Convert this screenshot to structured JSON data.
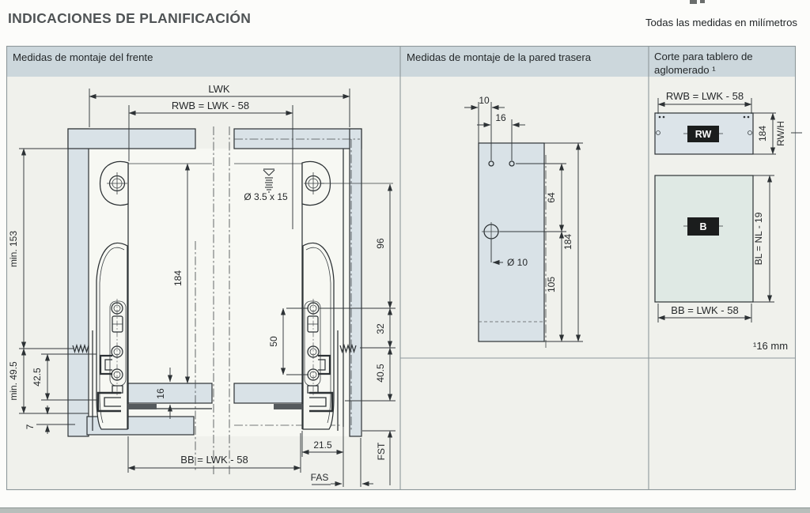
{
  "page": {
    "title": "INDICACIONES DE PLANIFICACIÓN",
    "units_note": "Todas las medidas en milímetros"
  },
  "headers": {
    "front": "Medidas de montaje del frente",
    "rear": "Medidas de montaje de la pared trasera",
    "board_line1": "Corte para tablero de",
    "board_line2": "aglomerado ¹"
  },
  "front": {
    "lwk": "LWK",
    "rwb": "RWB = LWK - 58",
    "screw": "Ø 3.5 x 15",
    "min153": "min. 153",
    "min495": "min. 49.5",
    "d425": "42.5",
    "d7": "7",
    "d184": "184",
    "d96": "96",
    "d32": "32",
    "d405": "40.5",
    "d50": "50",
    "d16": "16",
    "d215": "21.5",
    "bb": "BB = LWK - 58",
    "fas": "FAS",
    "fst": "FST"
  },
  "rear": {
    "d10": "10",
    "d16": "16",
    "d64": "64",
    "dia10": "Ø 10",
    "d105": "105",
    "d184": "184"
  },
  "board": {
    "rwb": "RWB = LWK - 58",
    "rw": "RW",
    "d184": "184",
    "rwh": "RW/H",
    "b": "B",
    "bl": "BL = NL - 19",
    "bb": "BB = LWK - 58",
    "footnote": "¹16 mm"
  },
  "colors": {
    "header_band": "#ccd7dc",
    "content_bg": "#f0f1ec",
    "panel_fill": "#d9e2e7",
    "board_fill": "#dfe9e4",
    "label_box": "#1b1d1d",
    "line": "#2d3235"
  }
}
